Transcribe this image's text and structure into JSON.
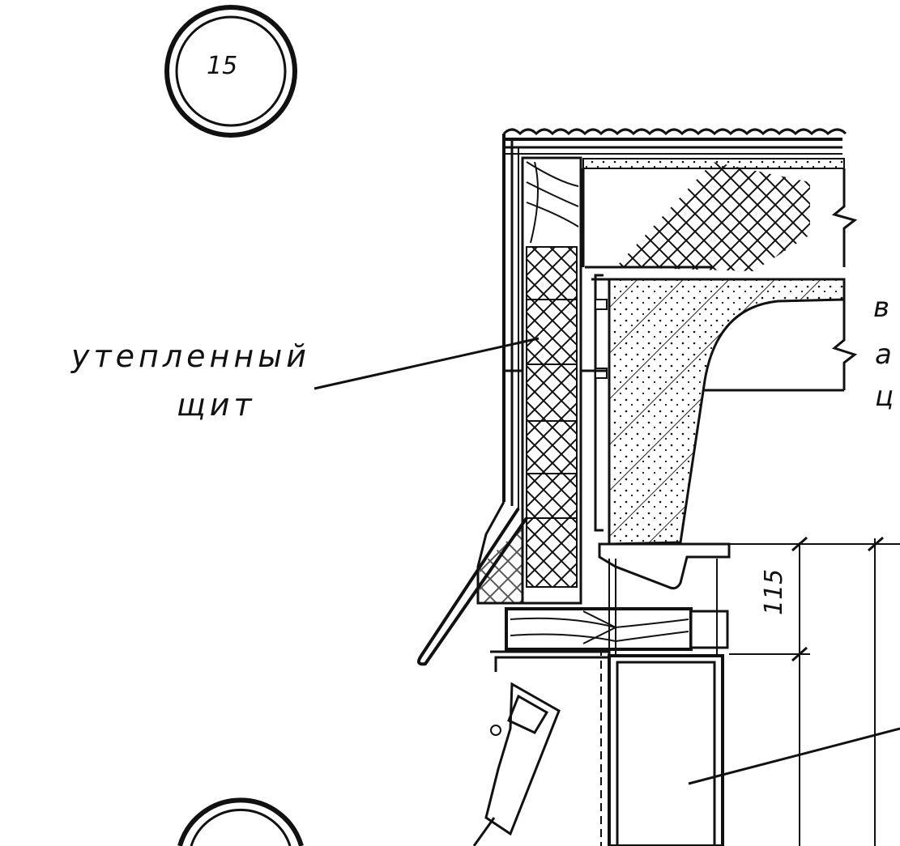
{
  "detail_marker": {
    "number": "15"
  },
  "labels": {
    "insulated_panel_line1": "утепленный",
    "insulated_panel_line2": "щит",
    "cut_text_1": "в",
    "cut_text_2": "а",
    "cut_text_3": "ц"
  },
  "dimension": {
    "value": "115"
  },
  "colors": {
    "ink": "#111111",
    "paper": "#ffffff"
  }
}
